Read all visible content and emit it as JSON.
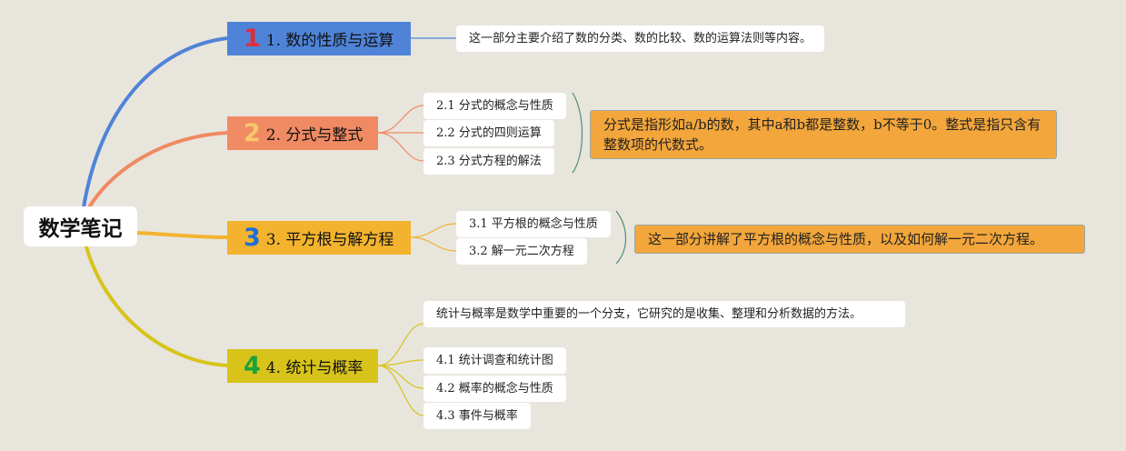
{
  "root": {
    "label": "数学笔记"
  },
  "topics": [
    {
      "num": "1",
      "label": "1. 数的性质与运算",
      "color": "#4f83d8",
      "children": [],
      "description": "这一部分主要介绍了数的分类、数的比较、数的运算法则等内容。"
    },
    {
      "num": "2",
      "label": "2. 分式与整式",
      "color": "#f08a63",
      "children": [
        "2.1 分式的概念与性质",
        "2.2 分式的四则运算",
        "2.3 分式方程的解法"
      ],
      "summary": "分式是指形如a/b的数，其中a和b都是整数，b不等于0。整式是指只含有整数项的代数式。"
    },
    {
      "num": "3",
      "label": "3. 平方根与解方程",
      "color": "#f3b32e",
      "children": [
        "3.1 平方根的概念与性质",
        "3.2 解一元二次方程"
      ],
      "summary": "这一部分讲解了平方根的概念与性质，以及如何解一元二次方程。"
    },
    {
      "num": "4",
      "label": "4. 统计与概率",
      "color": "#d8c31a",
      "children": [
        "统计与概率是数学中重要的一个分支，它研究的是收集、整理和分析数据的方法。",
        "4.1 统计调查和统计图",
        "4.2 概率的概念与性质",
        "4.3 事件与概率"
      ]
    }
  ]
}
